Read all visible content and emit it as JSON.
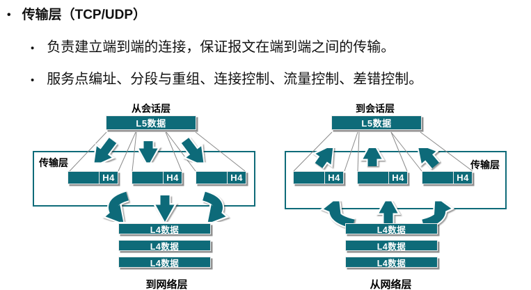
{
  "colors": {
    "teal": "#0E6B79",
    "text": "#111111",
    "connector_line": "#8a8a8a"
  },
  "title": {
    "marker": "•",
    "text": "传输层（TCP/UDP）"
  },
  "bullets": [
    {
      "marker": "•",
      "text": "负责建立端到端的连接，保证报文在端到端之间的传输。"
    },
    {
      "marker": "•",
      "text": "服务点编址、分段与重组、连接控制、流量控制、差错控制。"
    }
  ],
  "left_diagram": {
    "top_label": "从会话层",
    "l5_box": "L5数据",
    "layer_label": "传输层",
    "h4_boxes": [
      "H4",
      "H4",
      "H4"
    ],
    "l4_boxes": [
      "L4数据",
      "L4数据",
      "L4数据"
    ],
    "bottom_label": "到网络层"
  },
  "right_diagram": {
    "top_label": "到会话层",
    "l5_box": "L5数据",
    "layer_label": "传输层",
    "h4_boxes": [
      "H4",
      "H4",
      "H4"
    ],
    "l4_boxes": [
      "L4数据",
      "L4数据",
      "L4数据"
    ],
    "bottom_label": "从网络层"
  }
}
